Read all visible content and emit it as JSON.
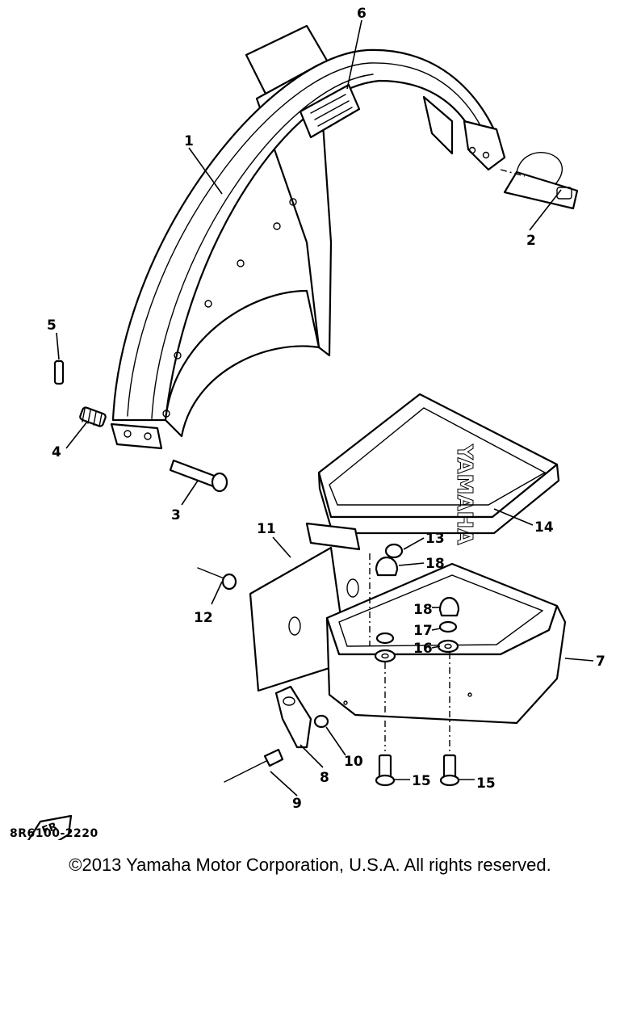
{
  "diagram": {
    "brand_text": "YAMAHA",
    "fr_mark": "FR",
    "drawing_code": "8R6100-2220",
    "callouts": [
      {
        "id": "c1",
        "label": "1"
      },
      {
        "id": "c2",
        "label": "2"
      },
      {
        "id": "c3",
        "label": "3"
      },
      {
        "id": "c4",
        "label": "4"
      },
      {
        "id": "c5",
        "label": "5"
      },
      {
        "id": "c6",
        "label": "6"
      },
      {
        "id": "c7",
        "label": "7"
      },
      {
        "id": "c8",
        "label": "8"
      },
      {
        "id": "c9",
        "label": "9"
      },
      {
        "id": "c10",
        "label": "10"
      },
      {
        "id": "c11",
        "label": "11"
      },
      {
        "id": "c12",
        "label": "12"
      },
      {
        "id": "c13",
        "label": "13"
      },
      {
        "id": "c14",
        "label": "14"
      },
      {
        "id": "c15a",
        "label": "15"
      },
      {
        "id": "c15b",
        "label": "15"
      },
      {
        "id": "c16",
        "label": "16"
      },
      {
        "id": "c17",
        "label": "17"
      },
      {
        "id": "c18a",
        "label": "18"
      },
      {
        "id": "c18b",
        "label": "18"
      }
    ]
  },
  "footer": {
    "copyright": "©2013 Yamaha Motor Corporation, U.S.A. All rights reserved."
  }
}
